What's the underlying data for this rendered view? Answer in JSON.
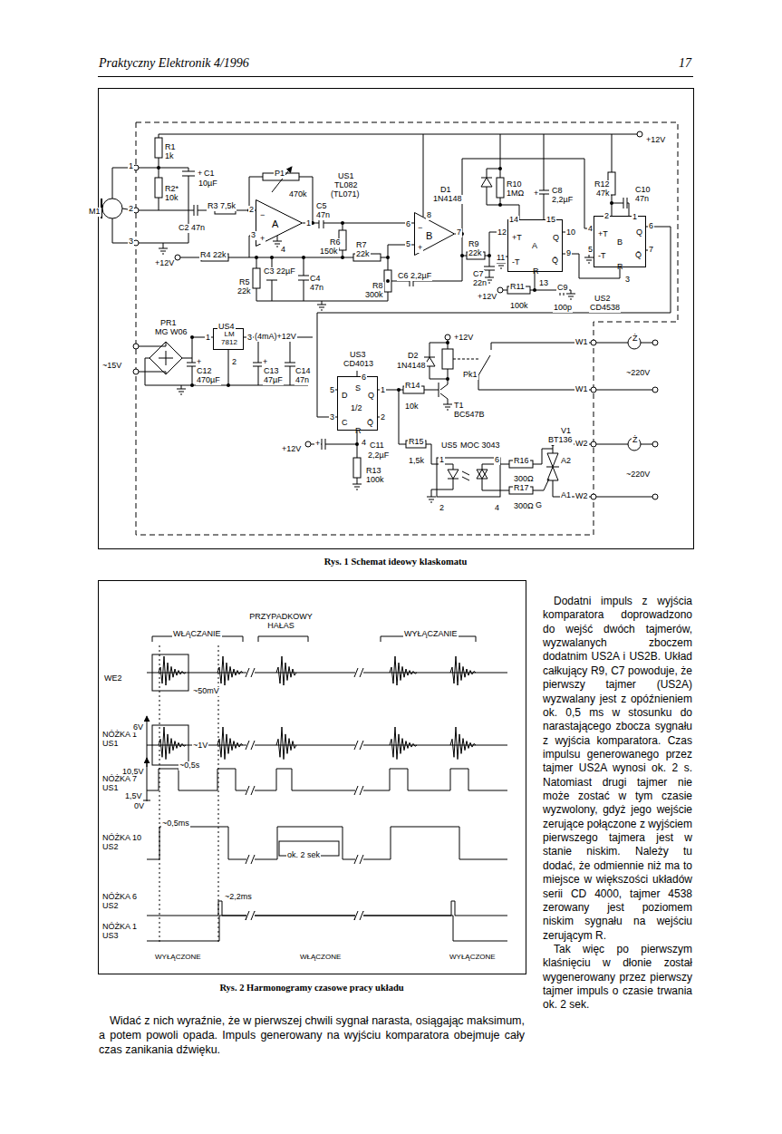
{
  "diagram": {
    "caption": "Rys. 1 Schemat ideowy klaskomatu",
    "nodes": [
      {
        "text": [
          "A"
        ]
      },
      {
        "text": [
          "B"
        ]
      },
      {
        "text": [
          "+T",
          "A",
          "-T",
          "R",
          "Q",
          "Q̄"
        ]
      },
      {
        "text": [
          "+T",
          "B",
          "-T",
          "R",
          "Q",
          "Q̄"
        ]
      },
      {
        "text": [
          "LM 7812"
        ]
      },
      {
        "text": [
          "D",
          "S",
          "Q",
          "1/2",
          "C",
          "R",
          "Q̄"
        ]
      }
    ],
    "edges": [
      {
        "from": 2,
        "to": 3,
        "arrow": "none"
      },
      {
        "from": 3,
        "to": 5,
        "arrow": "none"
      }
    ],
    "labels": [
      "Praktyczny Elektronik 4/1996",
      "17",
      "M1",
      "1",
      "2",
      "3",
      "R1",
      "1k",
      "R2*",
      "10k",
      "+",
      "C1",
      "10µF",
      "R3 7,5k",
      "C2 47n",
      "P1",
      "470k",
      "2",
      "3",
      "1",
      "4",
      "−",
      "+",
      "US1",
      "TL082",
      "(TL071)",
      "C5",
      "47n",
      "R6",
      "150k",
      "R7",
      "22k",
      "R4 22k",
      "+12V",
      "C3 22µF",
      "R5",
      "22k",
      "C4",
      "47n",
      "R8",
      "300k",
      "C6 2,2µF",
      "6",
      "5",
      "8",
      "7",
      "−",
      "+",
      "D1",
      "1N4148",
      "R9",
      "22k",
      "C7",
      "22n",
      "R10",
      "1MΩ",
      "+",
      "C8",
      "2,2µF",
      "14",
      "15",
      "12",
      "11",
      "10",
      "9",
      "13",
      "R11",
      "100k",
      "+12V",
      "C9",
      "100p",
      "R12",
      "47k",
      "C10",
      "47n",
      "4",
      "5",
      "6",
      "7",
      "2",
      "1",
      "3",
      "US2",
      "CD4538",
      "+12V",
      "PR1",
      "MG W06",
      "~15V",
      "US4",
      "1",
      "3",
      "2",
      "(4mA)+12V",
      "+",
      "C12",
      "470µF",
      "+",
      "C13",
      "47µF",
      "C14",
      "47n",
      "US3",
      "CD4013",
      "6",
      "5",
      "3",
      "1",
      "2",
      "4",
      "+12V",
      "+",
      "C11",
      "2,2µF",
      "R13",
      "100k",
      "+12V",
      "D2",
      "1N4148",
      "R14",
      "10k",
      "Pk1",
      "T1",
      "BC547B",
      "R15",
      "1,5k",
      "US5",
      "MOC 3043",
      "1",
      "6",
      "2",
      "4",
      "R16",
      "300Ω",
      "R17",
      "300Ω",
      "G",
      "A2",
      "A1",
      "V1",
      "BT136",
      "W1",
      "Ż",
      "~220V",
      "W1",
      "W2",
      "Ż",
      "~220V",
      "W2",
      "WŁĄCZANIE",
      "PRZYPADKOWY HAŁAS",
      "WYŁĄCZANIE",
      "WE2",
      "~50mV",
      "NÓŻKA 1 US1",
      "6V",
      "~1V",
      "~0,5s",
      "10,5V",
      "NÓŻKA 7 US1",
      "1,5V",
      "0V",
      "~0,5ms",
      "NÓŻKA 10 US2",
      "ok. 2 sek",
      "~2,2ms",
      "NÓŻKA 6 US2",
      "NÓŻKA 1 US3",
      "WYŁĄCZONE",
      "WŁĄCZONE",
      "WYŁĄCZONE",
      "Rys. 2 Harmonogramy czasowe pracy układu",
      "Dodatni impuls z wyjścia komparatora doprowadzono do wejść dwóch tajmerów, wyzwalanych zboczem dodatnim US2A i US2B. Układ całkujący R9, C7 powoduje, że pierwszy tajmer (US2A) wyzwalany jest z opóźnieniem ok. 0,5 ms w stosunku do narastającego zbocza sygnału z wyjścia komparatora. Czas impulsu generowanego przez tajmer US2A wynosi ok. 2 s. Natomiast drugi tajmer nie może zostać w tym czasie wyzwolony, gdyż jego wejście zerujące połączone z wyjściem pierwszego tajmera jest w stanie niskim. Należy tu dodać, że odmiennie niż ma to miejsce w większości układów serii CD 4000, tajmer 4538 zerowany jest poziomem niskim sygnału na wejściu zerującym R.",
      "Tak więc po pierwszym klaśnięciu w dłonie został wygenerowany przez pierwszy tajmer impuls o czasie trwania ok. 2 sek.",
      "Widać z nich wyraźnie, że w pierwszej chwili sygnał narasta, osiągając maksimum, a potem powoli opada. Impuls generowany na wyjściu komparatora obejmuje cały czas zanikania dźwięku."
    ]
  }
}
